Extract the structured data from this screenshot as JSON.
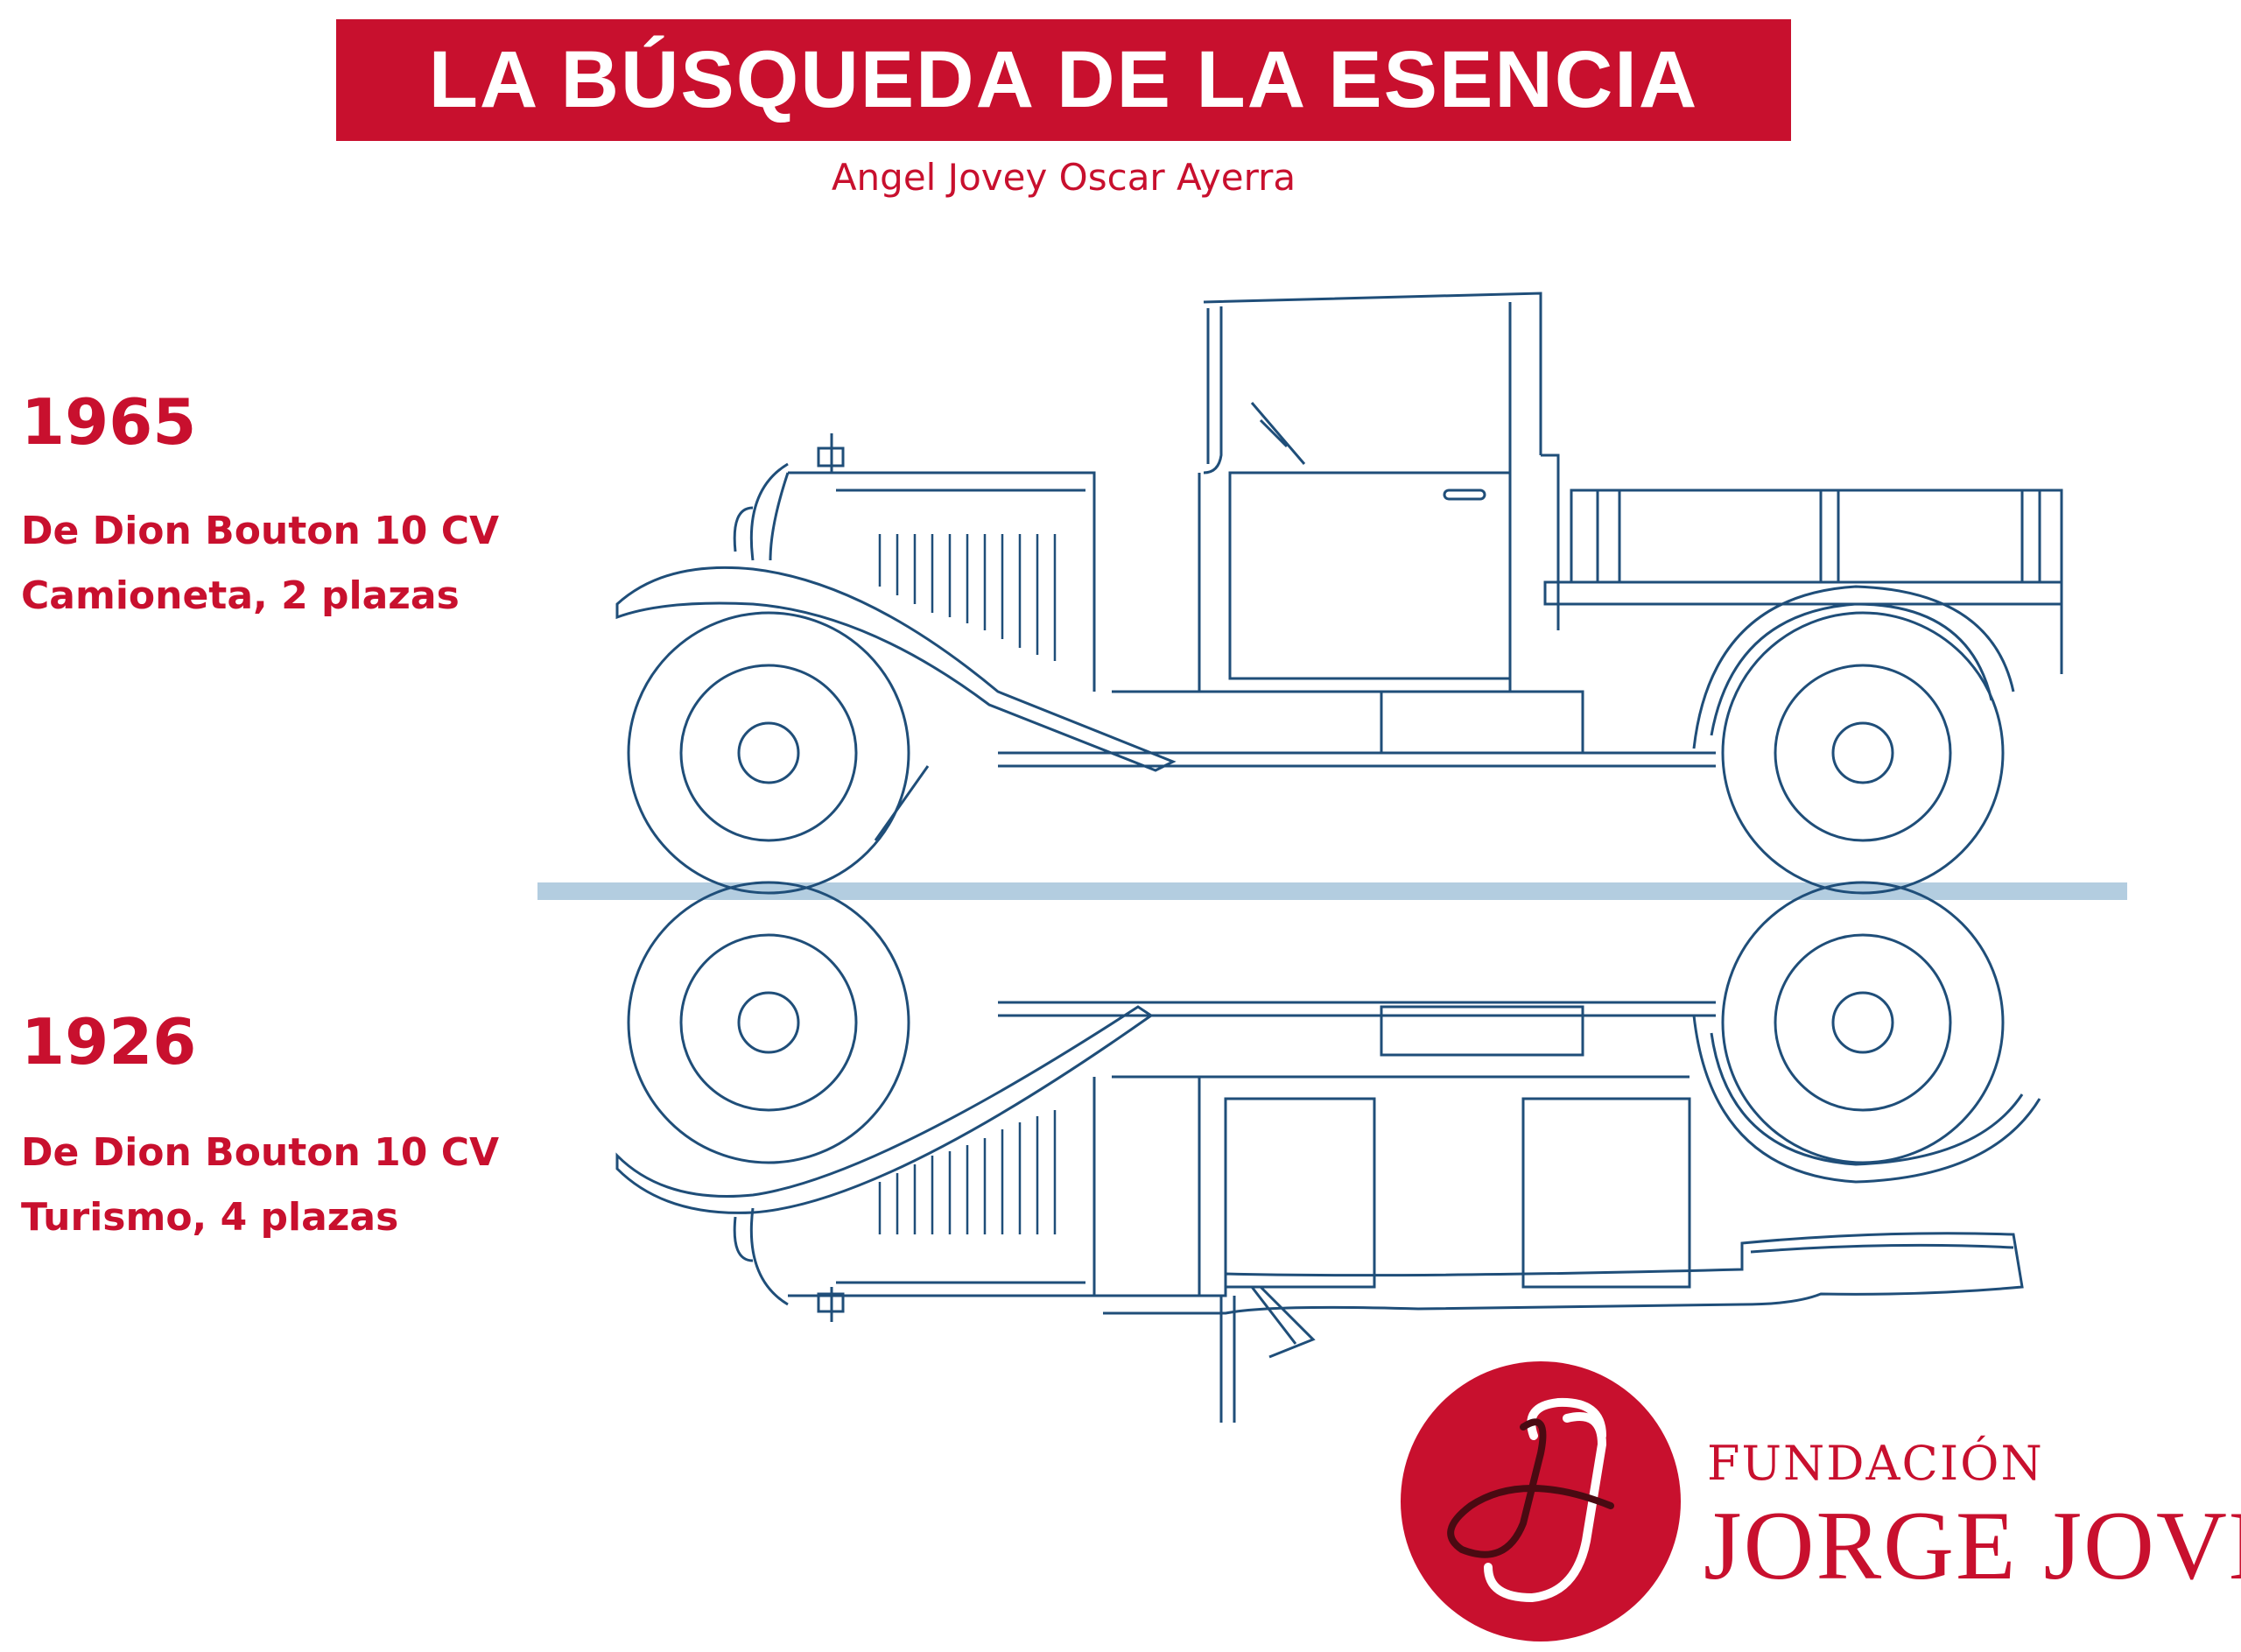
{
  "header": {
    "title": "LA BÚSQUEDA DE LA ESENCIA",
    "subtitle": "Angel Jovey Oscar Ayerra"
  },
  "top_vehicle": {
    "year": "1965",
    "model": "De Dion Bouton 10 CV",
    "variant": "Camioneta, 2 plazas"
  },
  "bottom_vehicle": {
    "year": "1926",
    "model": "De Dion Bouton 10 CV",
    "variant": "Turismo, 4 plazas"
  },
  "logo": {
    "line1": "FUNDACIÓN",
    "line2": "JORGE JOVE",
    "monogram": "JJ"
  },
  "colors": {
    "brand_red": "#c8102e",
    "drawing_blue": "#1f4e79",
    "divider_blue": "#b3cde0"
  }
}
